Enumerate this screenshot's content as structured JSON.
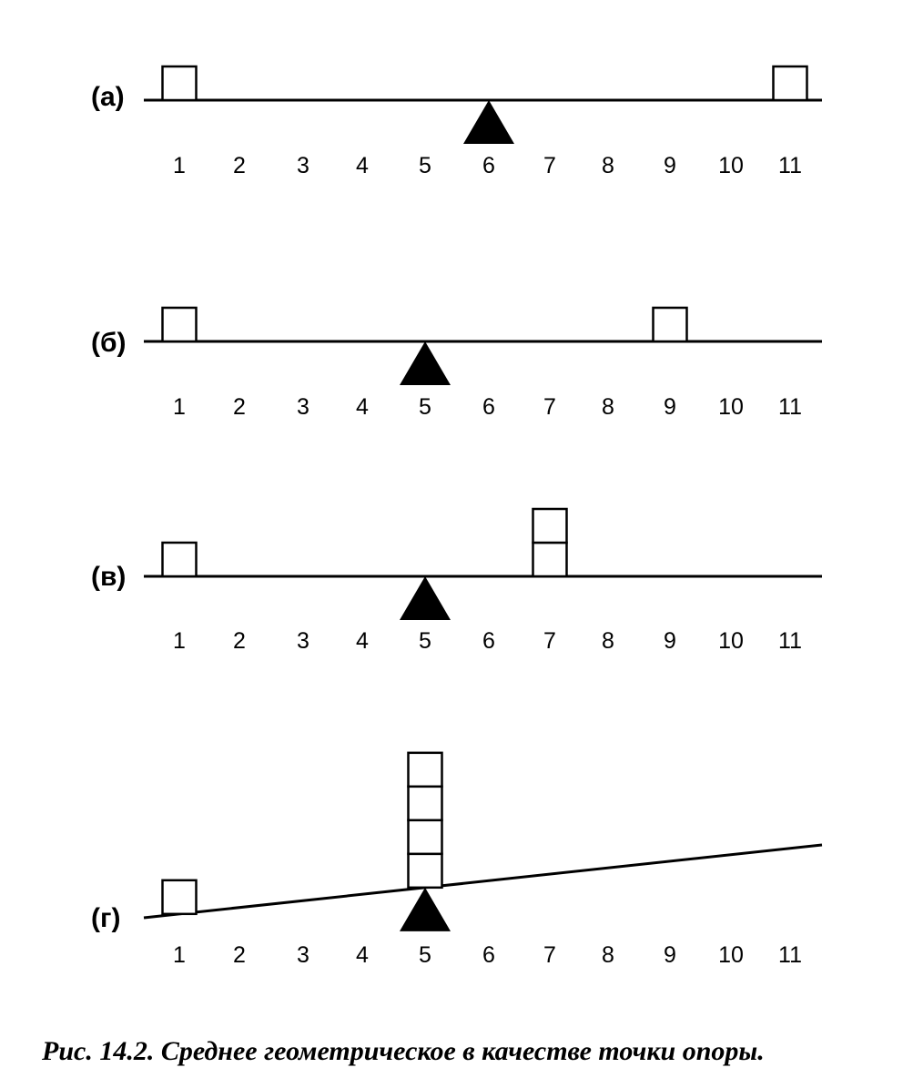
{
  "panels": [
    {
      "label": "(а)",
      "ticks": [
        "1",
        "2",
        "3",
        "4",
        "5",
        "6",
        "7",
        "8",
        "9",
        "10",
        "11"
      ],
      "fulcrum_at": 6,
      "weights": [
        {
          "at": 1,
          "count": 1
        },
        {
          "at": 11,
          "count": 1
        }
      ]
    },
    {
      "label": "(б)",
      "ticks": [
        "1",
        "2",
        "3",
        "4",
        "5",
        "6",
        "7",
        "8",
        "9",
        "10",
        "11"
      ],
      "fulcrum_at": 5,
      "weights": [
        {
          "at": 1,
          "count": 1
        },
        {
          "at": 9,
          "count": 1
        }
      ]
    },
    {
      "label": "(в)",
      "ticks": [
        "1",
        "2",
        "3",
        "4",
        "5",
        "6",
        "7",
        "8",
        "9",
        "10",
        "11"
      ],
      "fulcrum_at": 5,
      "weights": [
        {
          "at": 1,
          "count": 1
        },
        {
          "at": 7,
          "count": 2
        }
      ]
    },
    {
      "label": "(г)",
      "ticks": [
        "1",
        "2",
        "3",
        "4",
        "5",
        "6",
        "7",
        "8",
        "9",
        "10",
        "11"
      ],
      "fulcrum_at": 5,
      "tilted": true,
      "weights": [
        {
          "at": 1,
          "count": 1
        },
        {
          "at": 5,
          "count": 4
        }
      ]
    }
  ],
  "caption": "Рис. 14.2. Среднее геометрическое в качестве точки опоры."
}
